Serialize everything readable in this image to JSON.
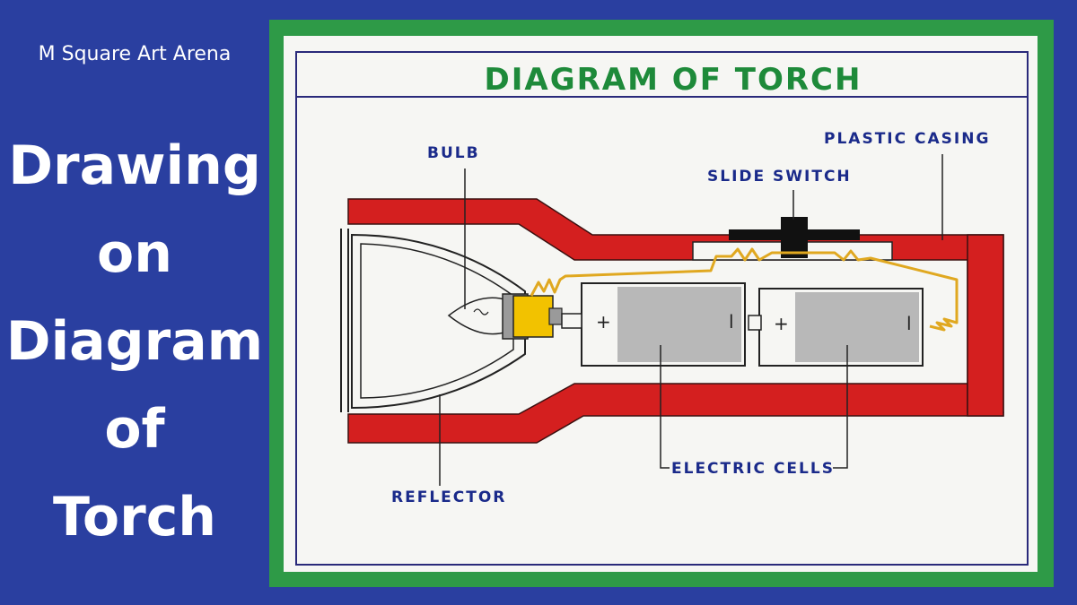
{
  "channel_name": "M Square Art Arena",
  "thumbnail_title": [
    "Drawing",
    "on",
    "Diagram",
    "of",
    "Torch"
  ],
  "diagram": {
    "title": "DIAGRAM OF TORCH",
    "labels": {
      "bulb": "BULB",
      "plastic_casing": "PLASTIC CASING",
      "slide_switch": "SLIDE SWITCH",
      "electric_cells": "ELECTRIC CELLS",
      "reflector": "REFLECTOR",
      "cell1_plus": "+",
      "cell1_minus": "l",
      "cell2_plus": "+",
      "cell2_minus": "l"
    }
  },
  "colors": {
    "background": "#2a3fa0",
    "frame": "#2e9a47",
    "casing": "#d41f1f",
    "title_text": "#1e8a3a",
    "label_text": "#1a2a8a",
    "wire": "#e0a820",
    "cap": "#f2c200",
    "cell_fill": "#b8b8b8"
  }
}
